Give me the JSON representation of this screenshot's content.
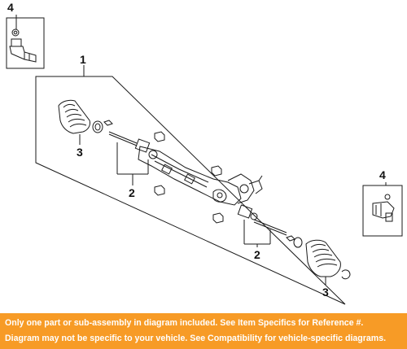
{
  "diagram": {
    "callouts": {
      "tie_rod_end_top": "4",
      "rack_assembly": "1",
      "boot_left": "3",
      "inner_tie_rod_left": "2",
      "tie_rod_end_right": "4",
      "inner_tie_rod_right": "2",
      "boot_right": "3"
    }
  },
  "notice": {
    "line1": "Only one part or sub-assembly in diagram included. See Item Specifics for Reference #.",
    "line2": "Diagram may not be specific to your vehicle. See Compatibility for vehicle-specific diagrams."
  },
  "colors": {
    "banner": "#f79b26",
    "banner_text": "#ffffff",
    "line_art": "#1a1a1a"
  }
}
